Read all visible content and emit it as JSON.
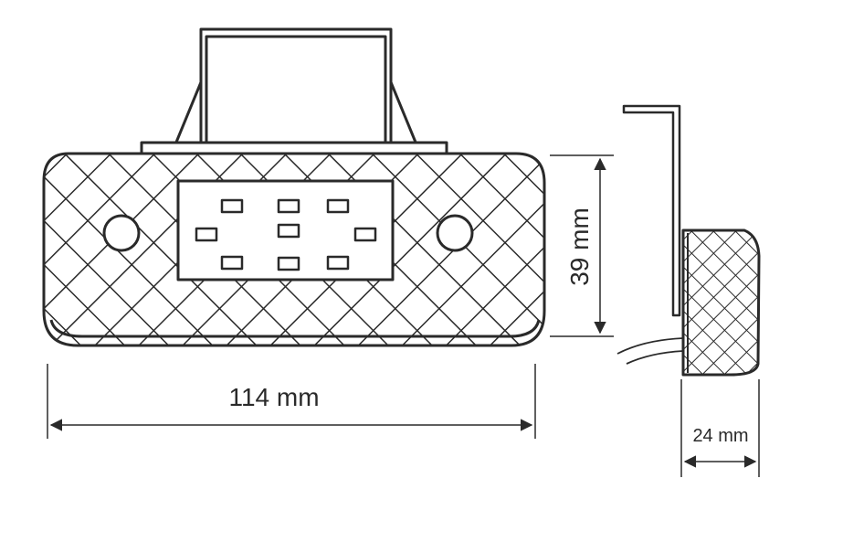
{
  "colors": {
    "line": "#2a2a2a",
    "background": "#ffffff"
  },
  "dimensions": {
    "width": "114 mm",
    "height": "39 mm",
    "depth": "24 mm"
  },
  "front_view": {
    "led_count": 9
  }
}
